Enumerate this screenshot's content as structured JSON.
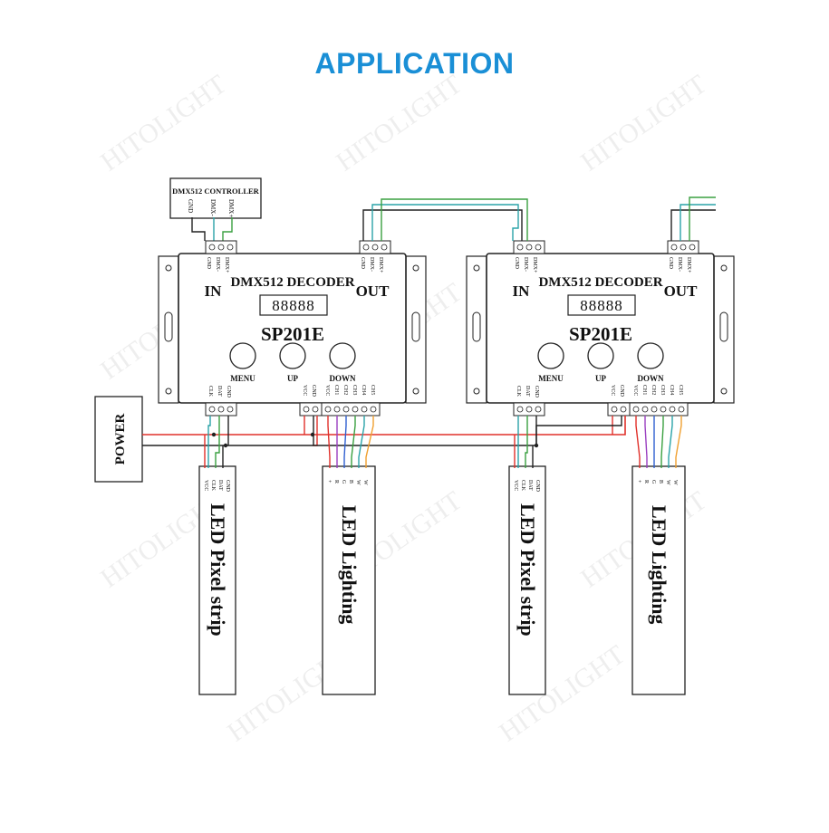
{
  "heading": "APPLICATION",
  "controller": {
    "title": "DMX512 CONTROLLER",
    "pins": [
      "GND",
      "DMX-",
      "DMX+"
    ]
  },
  "decoders": [
    {
      "header": "DMX512 DECODER",
      "in_label": "IN",
      "out_label": "OUT",
      "display": "88888",
      "model": "SP201E",
      "buttons": [
        "MENU",
        "UP",
        "DOWN"
      ],
      "in_pins": [
        "GND",
        "DMX-",
        "DMX+"
      ],
      "out_pins": [
        "GND",
        "DMX-",
        "DMX+"
      ],
      "spi_pins": [
        "CLK",
        "DAT",
        "GND"
      ],
      "power_pins": [
        "VCC",
        "GND"
      ],
      "pwm_pins": [
        "VCC",
        "CH1",
        "CH2",
        "CH3",
        "CH4",
        "CH5"
      ]
    },
    {
      "header": "DMX512 DECODER",
      "in_label": "IN",
      "out_label": "OUT",
      "display": "88888",
      "model": "SP201E",
      "buttons": [
        "MENU",
        "UP",
        "DOWN"
      ],
      "in_pins": [
        "GND",
        "DMX-",
        "DMX+"
      ],
      "out_pins": [
        "GND",
        "DMX-",
        "DMX+"
      ],
      "spi_pins": [
        "CLK",
        "DAT",
        "GND"
      ],
      "power_pins": [
        "VCC",
        "GND"
      ],
      "pwm_pins": [
        "VCC",
        "CH1",
        "CH2",
        "CH3",
        "CH4",
        "CH5"
      ]
    }
  ],
  "power_label": "POWER",
  "pixel_strip": {
    "label": "LED Pixel strip",
    "pins": [
      "VCC",
      "CLK",
      "DAT",
      "GND"
    ]
  },
  "lighting_strip": {
    "label": "LED Lighting",
    "pins": [
      "+",
      "R",
      "G",
      "B",
      "W",
      "W"
    ]
  },
  "watermark": "HITOLIGHT",
  "colors": {
    "heading": "#1a8fd6",
    "wire_red": "#e0302a",
    "wire_black": "#222222",
    "wire_teal": "#2aa3a8",
    "wire_green": "#3aa040",
    "wire_blue": "#2f5fd0",
    "wire_purple": "#9a3fc0",
    "wire_orange": "#f0a030",
    "wire_grey": "#777777"
  }
}
